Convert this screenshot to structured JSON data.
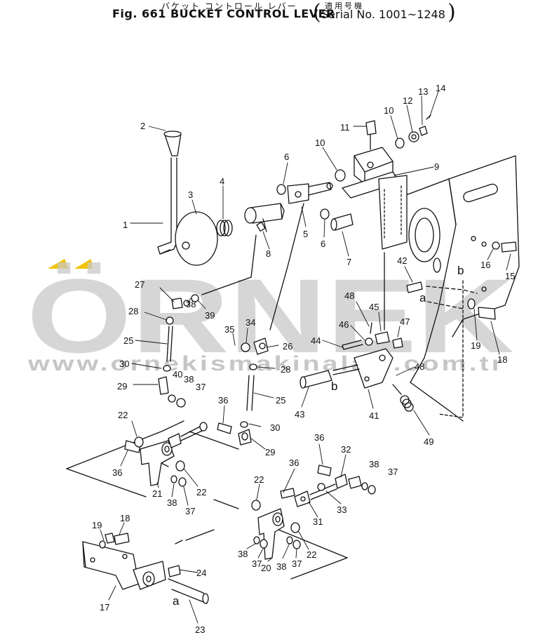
{
  "header": {
    "jp_title": "バケット コントロール レバー",
    "title": "Fig. 661 BUCKET CONTROL LEVER",
    "serial_jp": "適用号機",
    "serial": "Serial No. 1001~1248",
    "paren_open": "(",
    "paren_close": ")"
  },
  "watermark": {
    "brand": "ÖRNEK",
    "url": "www.ornekismakinalari.com.tr"
  },
  "callouts": {
    "c1": "1",
    "c2": "2",
    "c3": "3",
    "c4": "4",
    "c5": "5",
    "c6a": "6",
    "c6b": "6",
    "c7": "7",
    "c8": "8",
    "c9": "9",
    "c10a": "10",
    "c10b": "10",
    "c11": "11",
    "c12": "12",
    "c13": "13",
    "c14": "14",
    "c15": "15",
    "c16": "16",
    "c17": "17",
    "c18a": "18",
    "c18b": "18",
    "c19a": "19",
    "c19b": "19",
    "c20": "20",
    "c21": "21",
    "c22a": "22",
    "c22b": "22",
    "c22c": "22",
    "c22d": "22",
    "c23": "23",
    "c24": "24",
    "c25a": "25",
    "c25b": "25",
    "c26": "26",
    "c27": "27",
    "c28a": "28",
    "c28b": "28",
    "c29a": "29",
    "c29b": "29",
    "c30a": "30",
    "c30b": "30",
    "c31": "31",
    "c32": "32",
    "c33": "33",
    "c34": "34",
    "c35": "35",
    "c36a": "36",
    "c36b": "36",
    "c36c": "36",
    "c36d": "36",
    "c37a": "37",
    "c37b": "37",
    "c37c": "37",
    "c37d": "37",
    "c37e": "37",
    "c38a": "38",
    "c38b": "38",
    "c38c": "38",
    "c38d": "38",
    "c38e": "38",
    "c38f": "38",
    "c39": "39",
    "c40": "40",
    "c41": "41",
    "c42": "42",
    "c43": "43",
    "c44": "44",
    "c45": "45",
    "c46": "46",
    "c47": "47",
    "c48a": "48",
    "c48b": "48",
    "c49": "49",
    "la1": "a",
    "la2": "a",
    "lb1": "b",
    "lb2": "b"
  }
}
